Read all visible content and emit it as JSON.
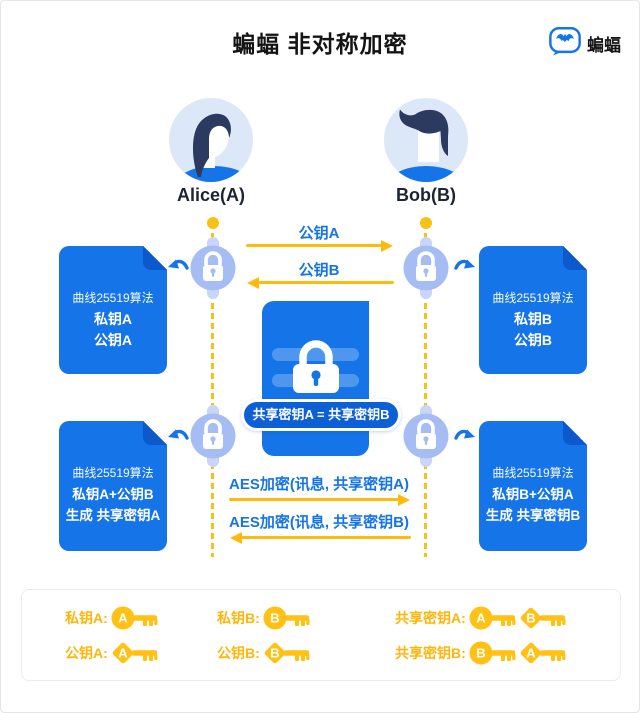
{
  "header": {
    "title": "蝙蝠 非对称加密",
    "brand": "蝙蝠"
  },
  "actors": {
    "alice": "Alice(A)",
    "bob": "Bob(B)"
  },
  "exchange": {
    "pubA": "公钥A",
    "pubB": "公钥B"
  },
  "docs": {
    "top_left": {
      "line1": "曲线25519算法",
      "line2": "私钥A",
      "line3": "公钥A"
    },
    "top_right": {
      "line1": "曲线25519算法",
      "line2": "私钥B",
      "line3": "公钥B"
    },
    "bottom_left": {
      "line1": "曲线25519算法",
      "line2": "私钥A+公钥B",
      "line3": "生成 共享密钥A"
    },
    "bottom_right": {
      "line1": "曲线25519算法",
      "line2": "私钥B+公钥A",
      "line3": "生成 共享密钥B"
    }
  },
  "banner": {
    "text": "共享密钥A = 共享密钥B"
  },
  "aes": {
    "msgA": "AES加密(讯息, 共享密钥A)",
    "msgB": "AES加密(讯息, 共享密钥B)"
  },
  "legend": {
    "items": [
      {
        "label": "私钥A:",
        "keys": [
          {
            "shape": "round",
            "letter": "A"
          }
        ]
      },
      {
        "label": "公钥A:",
        "keys": [
          {
            "shape": "diamond",
            "letter": "A"
          }
        ]
      },
      {
        "label": "私钥B:",
        "keys": [
          {
            "shape": "round",
            "letter": "B"
          }
        ]
      },
      {
        "label": "公钥B:",
        "keys": [
          {
            "shape": "diamond",
            "letter": "B"
          }
        ]
      },
      {
        "label": "共享密钥A:",
        "keys": [
          {
            "shape": "round",
            "letter": "A"
          },
          {
            "shape": "diamond",
            "letter": "B"
          }
        ]
      },
      {
        "label": "共享密钥B:",
        "keys": [
          {
            "shape": "round",
            "letter": "B"
          },
          {
            "shape": "diamond",
            "letter": "A"
          }
        ]
      }
    ]
  },
  "colors": {
    "primary_blue": "#1474E8",
    "banner_blue": "#0D5FD6",
    "fold_blue": "#0B59CC",
    "accent_yellow": "#FFBB0C",
    "key_yellow": "#FFC113",
    "lock_circle_blue": "#A6BDF4",
    "avatar_bg": "#DCE7F8",
    "hair_navy": "#2C3A5F"
  }
}
